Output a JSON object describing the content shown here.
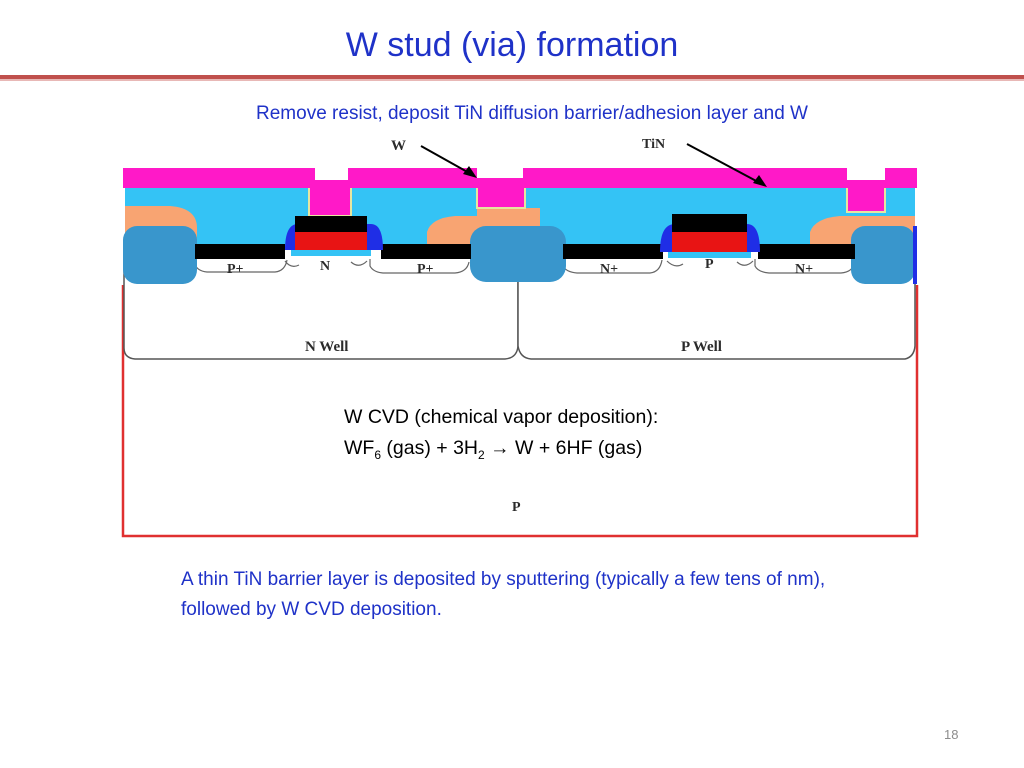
{
  "slide": {
    "title": "W stud (via) formation",
    "subtitle": "Remove resist, deposit TiN diffusion barrier/adhesion layer and W",
    "page_number": "18"
  },
  "diagram": {
    "labels": {
      "w": "W",
      "tin": "TiN",
      "p_plus_left": "P+",
      "n_gate_left": "N",
      "p_plus_right": "P+",
      "n_plus_left": "N+",
      "p_gate_right": "P",
      "n_plus_right": "N+",
      "n_well": "N Well",
      "p_well": "P Well",
      "substrate": "P"
    },
    "colors": {
      "tungsten": "#ff19c8",
      "oxide": "#34c3f5",
      "sti": "#3996cc",
      "spacer": "#f8a472",
      "silicide": "#000000",
      "poly_gate": "#e81414",
      "gate_side": "#1f2ee6",
      "substrate_outline": "#e03030",
      "tin_liner": "#e6e6a0"
    },
    "cvd": {
      "line1": "W CVD (chemical vapor deposition):",
      "wf": "WF",
      "wf_sub": "6",
      "gas1": " (gas) + 3H",
      "h_sub": "2",
      "arrow": " → ",
      "products": "W + 6HF (gas)"
    }
  },
  "caption": "A thin TiN barrier layer is deposited by sputtering (typically a few tens of nm), followed by W CVD deposition."
}
